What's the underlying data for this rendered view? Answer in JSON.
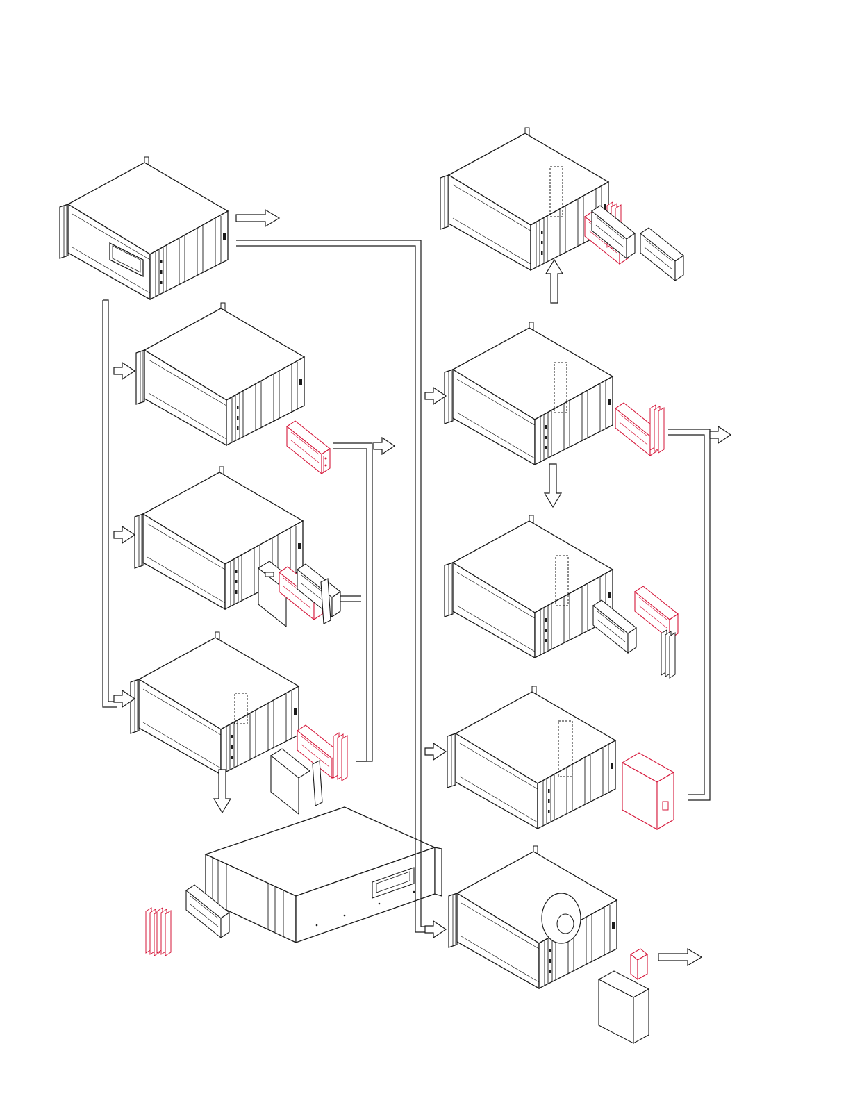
{
  "colors": {
    "line": "#1a1a1a",
    "highlight": "#d6173a",
    "fill": "#ffffff",
    "face_shade": "#f4f4f4"
  },
  "units": [
    {
      "id": "unit-original",
      "part": "none",
      "view": "front-left"
    },
    {
      "id": "unit-remove-module-a",
      "part": "module",
      "view": "front-left"
    },
    {
      "id": "unit-remove-module-b",
      "part": "module-panels",
      "view": "front-left"
    },
    {
      "id": "unit-remove-module-c",
      "part": "module-heatsink",
      "view": "front-left"
    },
    {
      "id": "unit-result-rear-view",
      "part": "heatsink-module",
      "view": "rear-right"
    },
    {
      "id": "unit-top-right",
      "part": "module-frame",
      "view": "front-left"
    },
    {
      "id": "unit-right-1",
      "part": "heatsink-module",
      "view": "front-left"
    },
    {
      "id": "unit-right-2",
      "part": "module-frame",
      "view": "front-left"
    },
    {
      "id": "unit-right-3",
      "part": "drive-box",
      "view": "front-left"
    },
    {
      "id": "unit-right-4",
      "part": "fan-board",
      "view": "front-left"
    }
  ]
}
